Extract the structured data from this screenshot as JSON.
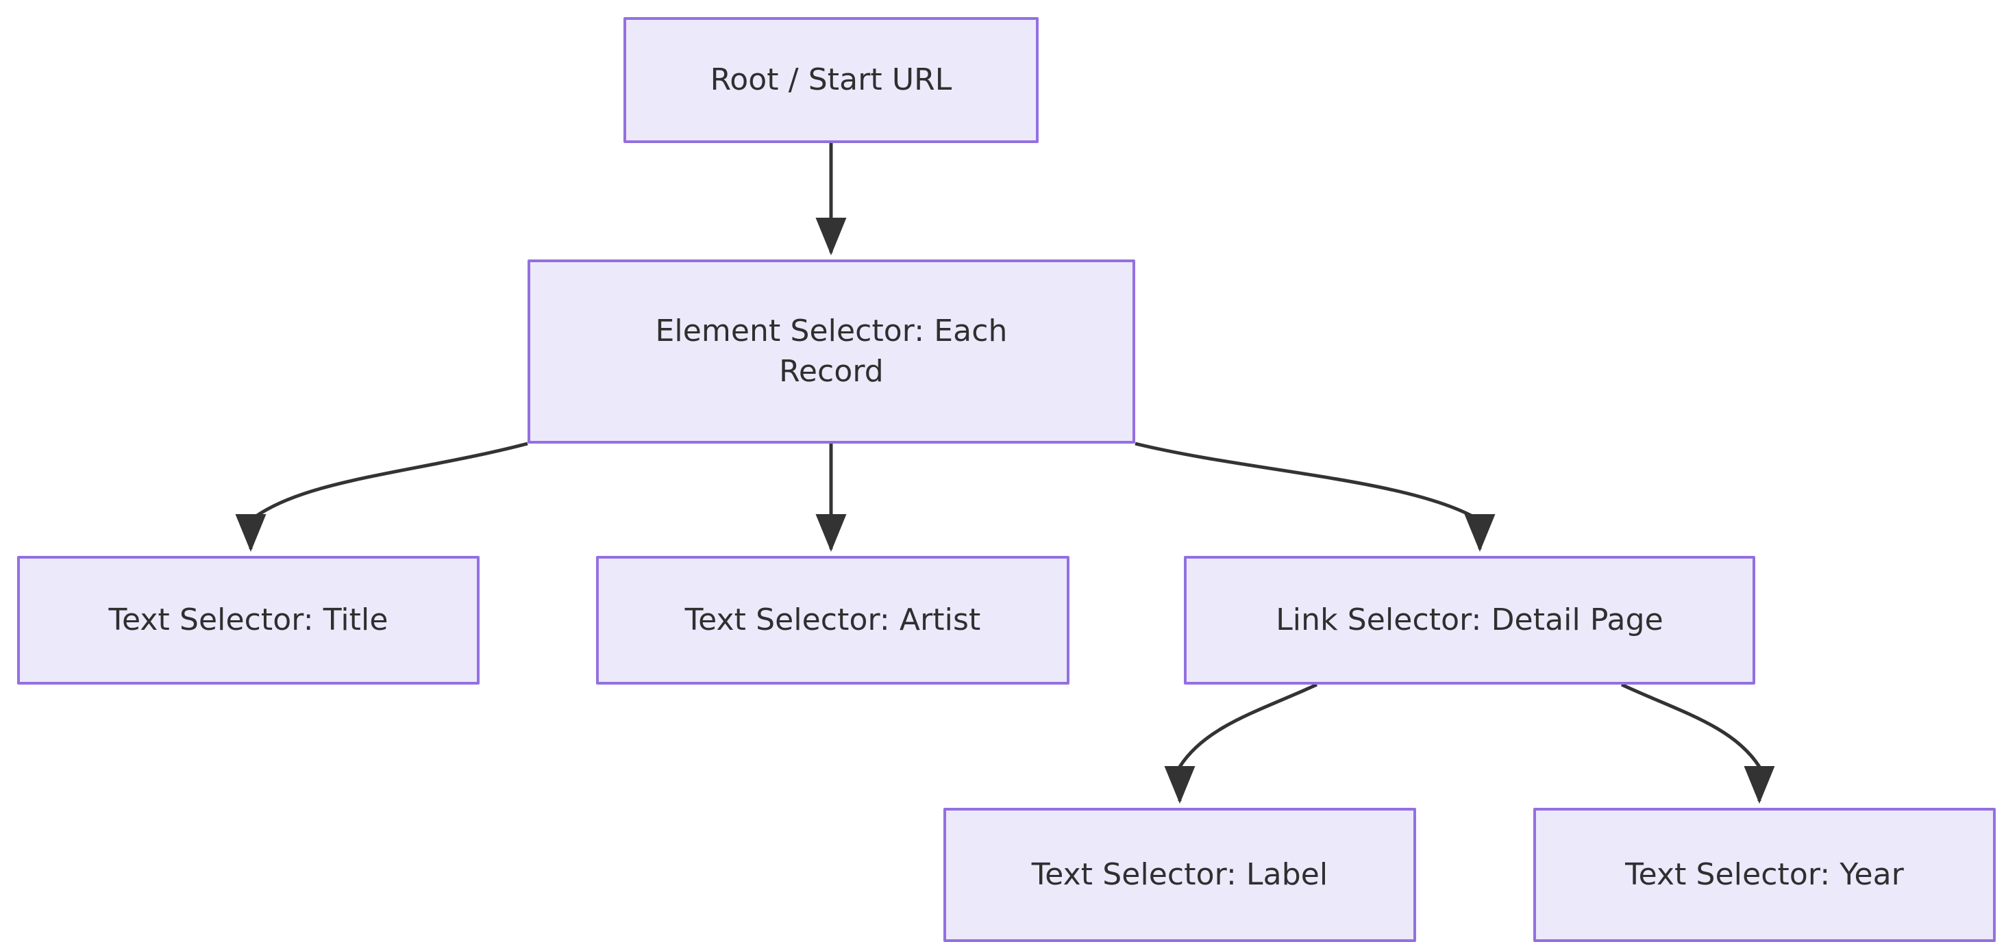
{
  "diagram": {
    "type": "flowchart",
    "direction": "top-down",
    "title": "",
    "colors": {
      "node_fill": "#ece9fb",
      "node_border": "#9370e0",
      "node_text": "#2f2f2f",
      "edge_stroke": "#333333",
      "background": "#ffffff"
    },
    "nodes": [
      {
        "id": "root",
        "label": "Root / Start URL",
        "level": 0
      },
      {
        "id": "element",
        "label": "Element Selector: Each\nRecord",
        "level": 1
      },
      {
        "id": "title",
        "label": "Text Selector: Title",
        "level": 2
      },
      {
        "id": "artist",
        "label": "Text Selector: Artist",
        "level": 2
      },
      {
        "id": "link",
        "label": "Link Selector: Detail Page",
        "level": 2
      },
      {
        "id": "label",
        "label": "Text Selector: Label",
        "level": 3
      },
      {
        "id": "year",
        "label": "Text Selector: Year",
        "level": 3
      }
    ],
    "edges": [
      {
        "from": "root",
        "to": "element",
        "style": "arrow"
      },
      {
        "from": "element",
        "to": "title",
        "style": "arrow"
      },
      {
        "from": "element",
        "to": "artist",
        "style": "arrow"
      },
      {
        "from": "element",
        "to": "link",
        "style": "arrow"
      },
      {
        "from": "link",
        "to": "label",
        "style": "arrow"
      },
      {
        "from": "link",
        "to": "year",
        "style": "arrow"
      }
    ]
  }
}
